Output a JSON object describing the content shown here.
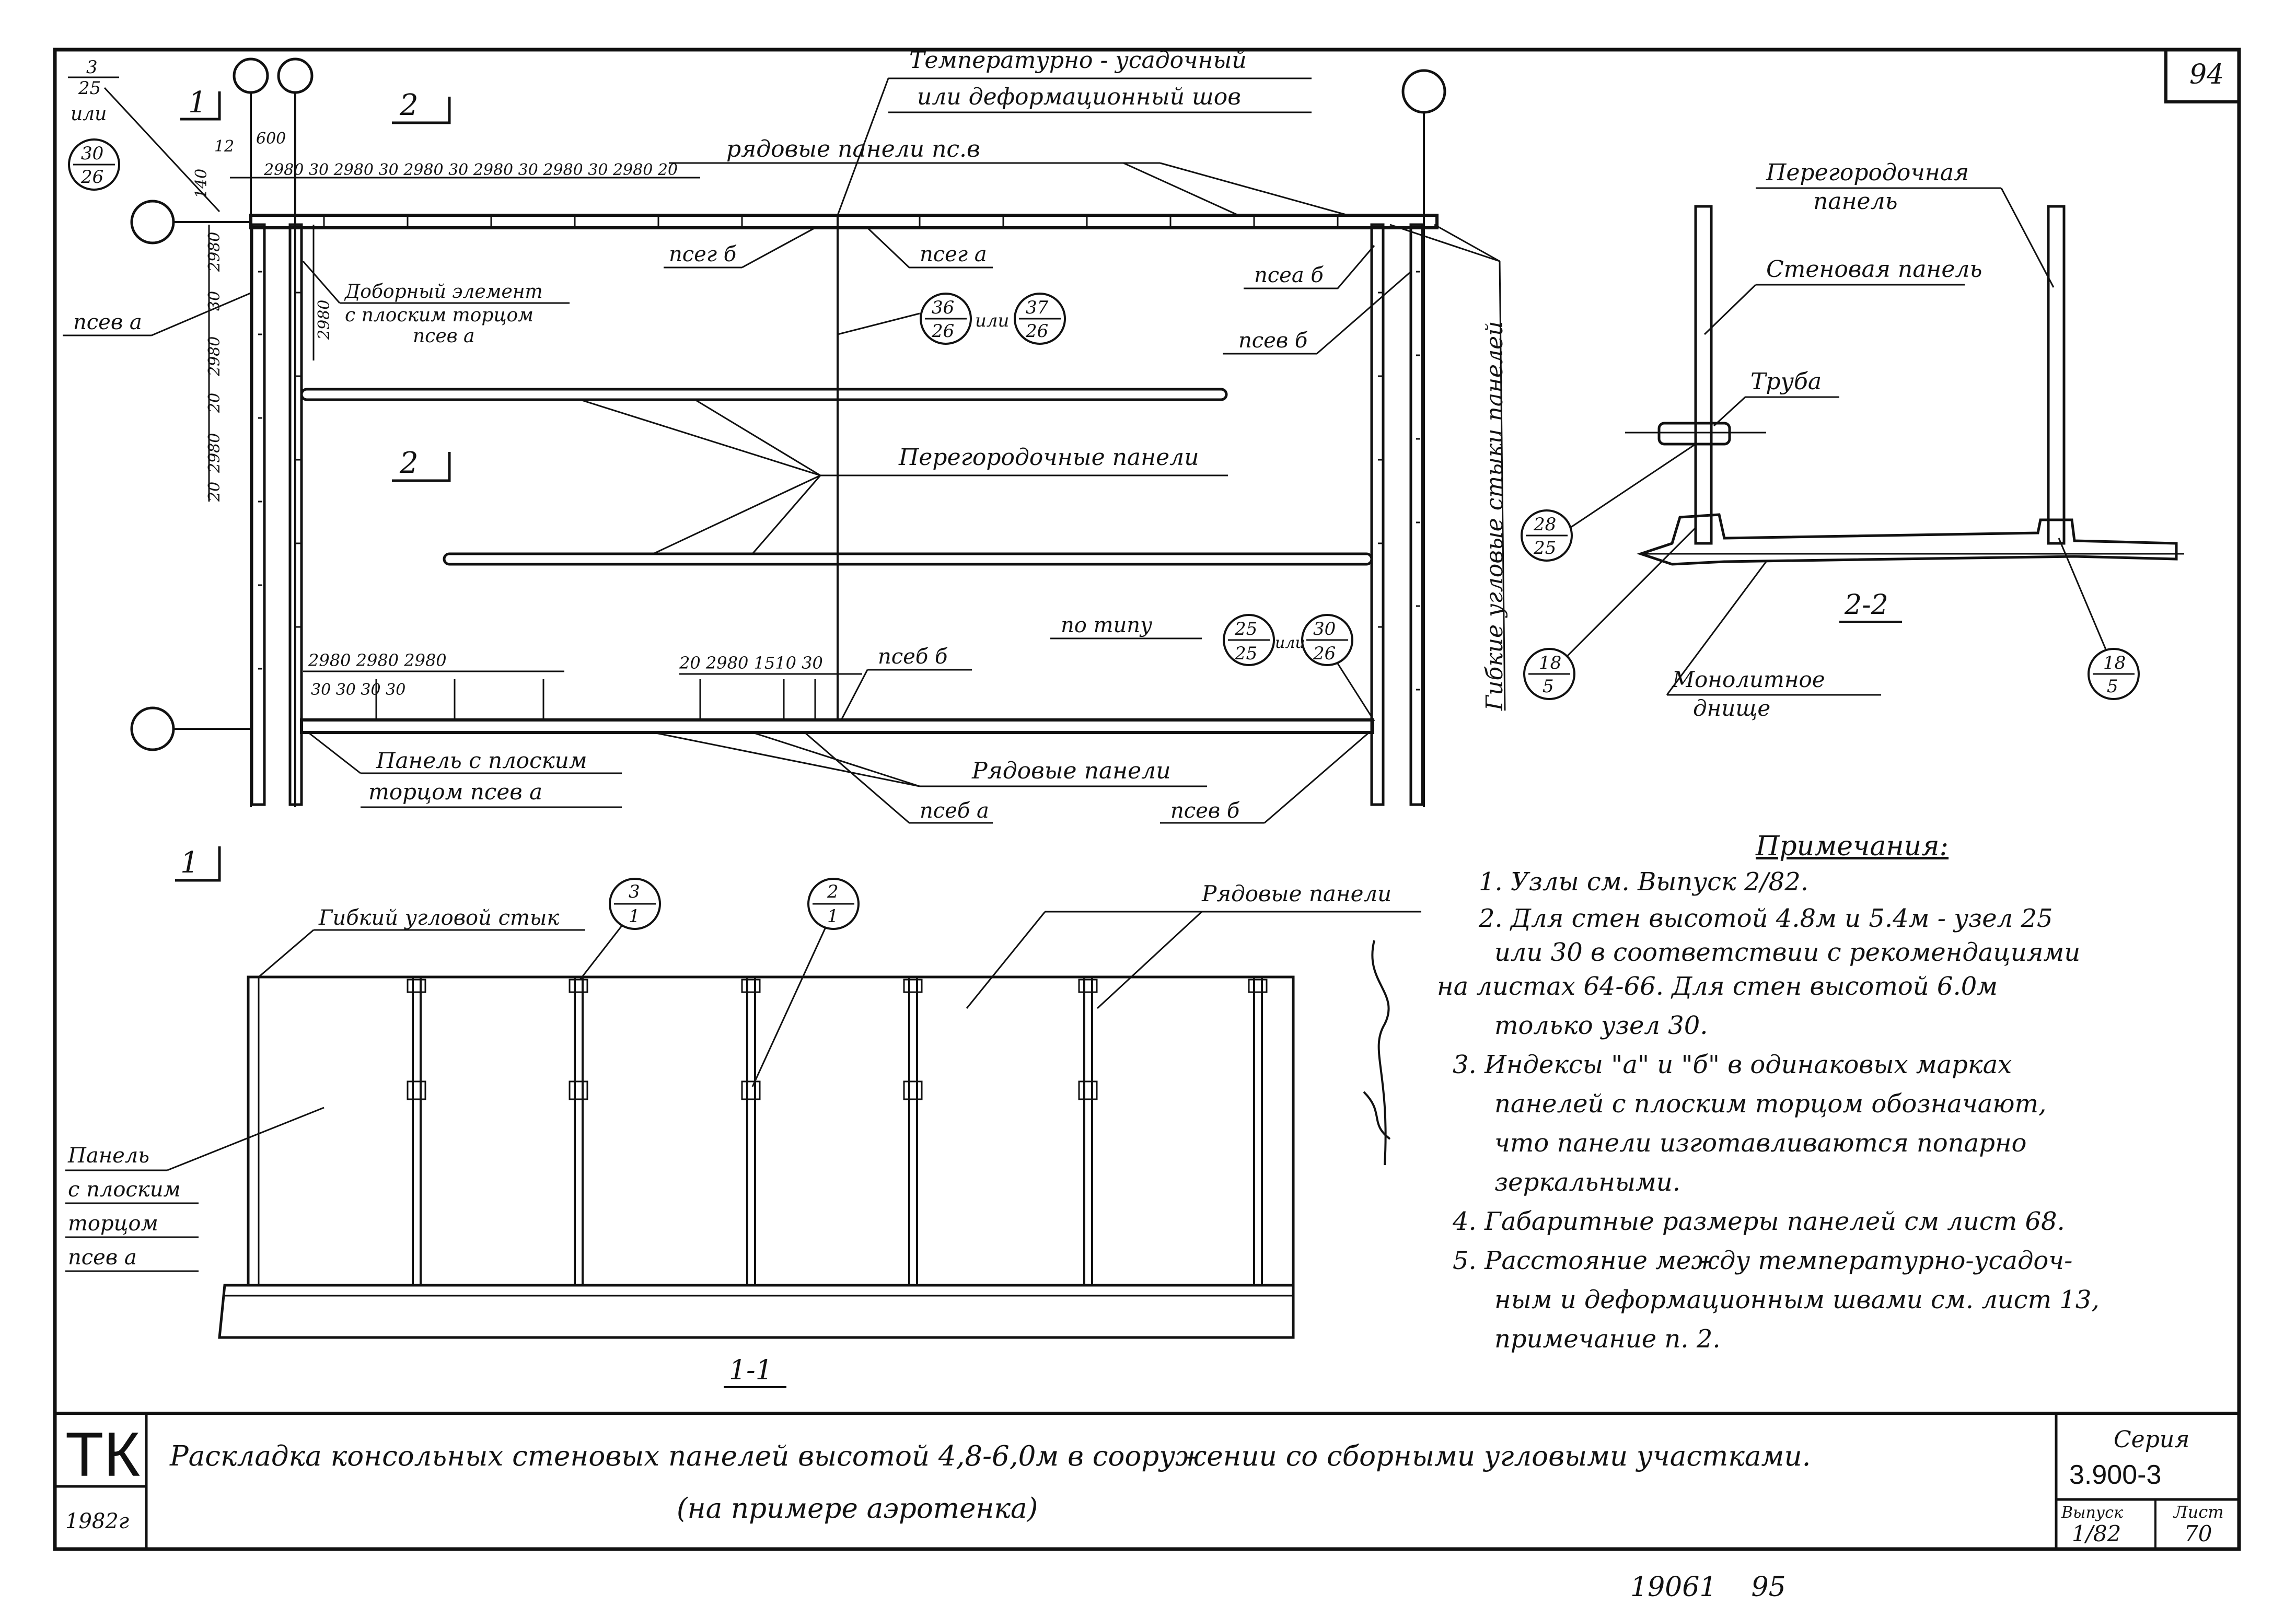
{
  "sheet": {
    "page_number": "94",
    "stamp_numbers": "19061    95"
  },
  "plan": {
    "section_mark_1": "1",
    "section_mark_2": "2",
    "node_3_25": {
      "top": "3",
      "bottom": "25"
    },
    "or_text": "или",
    "node_30_26": {
      "top": "30",
      "bottom": "26"
    },
    "dim_600": "600",
    "dim_12": "12",
    "dim_140": "140",
    "top_dims": "2980 30 2980 30 2980 30 2980 30 2980 30 2980 20",
    "joint_label_1": "Температурно - усадочный",
    "joint_label_2": "или деформационный шов",
    "row_panels_top": "рядовые панели пс.в",
    "pse_g_b": "псег б",
    "pse_g_a": "псег а",
    "pse_a_b": "псеа б",
    "pse_v_b": "псев б",
    "pse_v_a": "псев а",
    "extra_element_1": "Доборный элемент",
    "extra_element_2": "с плоским торцом",
    "extra_element_3": "псев а",
    "left_dims": [
      "2980",
      "30",
      "2980",
      "20",
      "2980",
      "20"
    ],
    "node_36_26": {
      "top": "36",
      "bottom": "26"
    },
    "node_37_26": {
      "top": "37",
      "bottom": "26"
    },
    "partition_panels": "Перегородочные панели",
    "vertical_label": "Гибкие угловые стыки панелей",
    "by_type": "по типу",
    "node_25_25": {
      "top": "25",
      "bottom": "25"
    },
    "node_30_26b": {
      "top": "30",
      "bottom": "26"
    },
    "bottom_dims_left": "2980   2980   2980",
    "bottom_dims_mid": "20 2980   1510 30",
    "pse_b_b": "псеб б",
    "flat_panel_1": "Панель с плоским",
    "flat_panel_2": "торцом псев а",
    "row_panels_bottom": "Рядовые панели",
    "pse_b_a": "псеб а",
    "pse_v_b2": "псев б"
  },
  "section_22": {
    "title": "2-2",
    "partition_panel_1": "Перегородочная",
    "partition_panel_2": "панель",
    "wall_panel": "Стеновая панель",
    "pipe": "Труба",
    "node_28_25": {
      "top": "28",
      "bottom": "25"
    },
    "node_18_5a": {
      "top": "18",
      "bottom": "5"
    },
    "node_18_5b": {
      "top": "18",
      "bottom": "5"
    },
    "monolith_1": "Монолитное",
    "monolith_2": "днище"
  },
  "section_11": {
    "title": "1-1",
    "flex_joint": "Гибкий угловой стык",
    "node_3_1": {
      "top": "3",
      "bottom": "1"
    },
    "node_2_1": {
      "top": "2",
      "bottom": "1"
    },
    "row_panels": "Рядовые панели",
    "flat_panel": [
      "Панель",
      "с плоским",
      "торцом",
      "псев а"
    ]
  },
  "notes": {
    "title": "Примечания:",
    "lines": [
      "1. Узлы см. Выпуск 2/82.",
      "2. Для стен высотой 4.8м и 5.4м - узел 25",
      "или 30 в соответствии с рекомендациями",
      "на листах 64-66. Для стен высотой 6.0м",
      "только узел 30.",
      "3. Индексы \"а\" и \"б\" в одинаковых марках",
      "панелей с плоским торцом обозначают,",
      "что панели изготавливаются попарно",
      "зеркальными.",
      "4. Габаритные размеры панелей см лист 68.",
      "5. Расстояние между температурно-усадоч-",
      "ным и деформационным швами см. лист 13,",
      "примечание п. 2."
    ]
  },
  "title_block": {
    "logo": "ТК",
    "year": "1982г",
    "title_line1": "Раскладка консольных стеновых панелей высотой 4,8-6,0м в сооружении со сборными угловыми участками.",
    "title_line2": "(на примере аэротенка)",
    "series_label": "Серия",
    "series_value": "3.900-3",
    "issue_label": "Выпуск",
    "issue_value": "1/82",
    "sheet_label": "Лист",
    "sheet_value": "70"
  }
}
